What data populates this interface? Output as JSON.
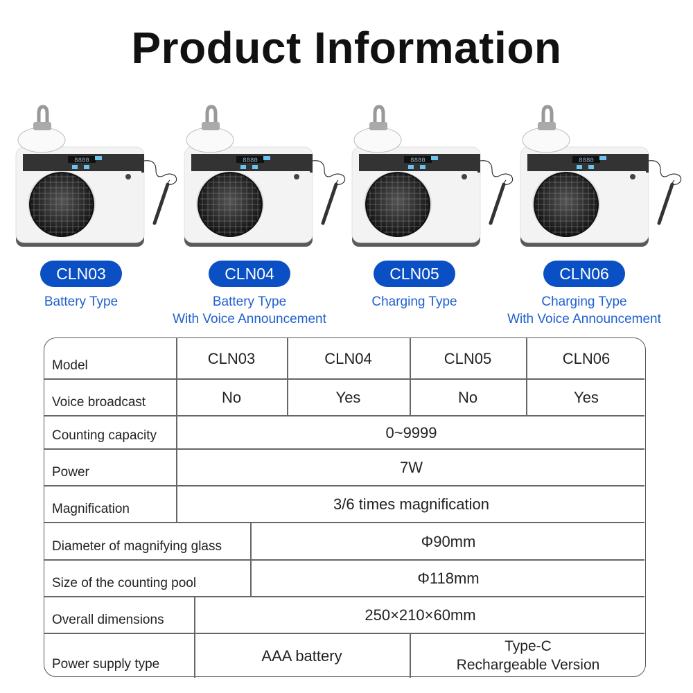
{
  "title": "Product Information",
  "products": [
    {
      "model": "CLN03",
      "type_lines": [
        "Battery Type"
      ]
    },
    {
      "model": "CLN04",
      "type_lines": [
        "Battery Type",
        "With Voice Announcement"
      ]
    },
    {
      "model": "CLN05",
      "type_lines": [
        "Charging Type"
      ]
    },
    {
      "model": "CLN06",
      "type_lines": [
        "Charging Type",
        "With Voice Announcement"
      ]
    }
  ],
  "device_display": "8880",
  "colors": {
    "accent": "#0a4fc4",
    "type_text": "#1f5fcf"
  },
  "table": {
    "rows": [
      {
        "label": "Model",
        "values": [
          "CLN03",
          "CLN04",
          "CLN05",
          "CLN06"
        ]
      },
      {
        "label": "Voice broadcast",
        "values": [
          "No",
          "Yes",
          "No",
          "Yes"
        ]
      },
      {
        "label": "Counting capacity",
        "values": [
          "0~9999"
        ]
      },
      {
        "label": "Power",
        "values": [
          "7W"
        ]
      },
      {
        "label": "Magnification",
        "values": [
          "3/6 times magnification"
        ]
      },
      {
        "label": "Diameter of magnifying glass",
        "values": [
          "Φ90mm"
        ]
      },
      {
        "label": "Size of the counting pool",
        "values": [
          "Φ118mm"
        ]
      },
      {
        "label": "Overall dimensions",
        "values": [
          "250×210×60mm"
        ]
      },
      {
        "label": "Power supply type",
        "values": [
          "AAA battery",
          "Type-C\nRechargeable Version"
        ]
      }
    ]
  }
}
